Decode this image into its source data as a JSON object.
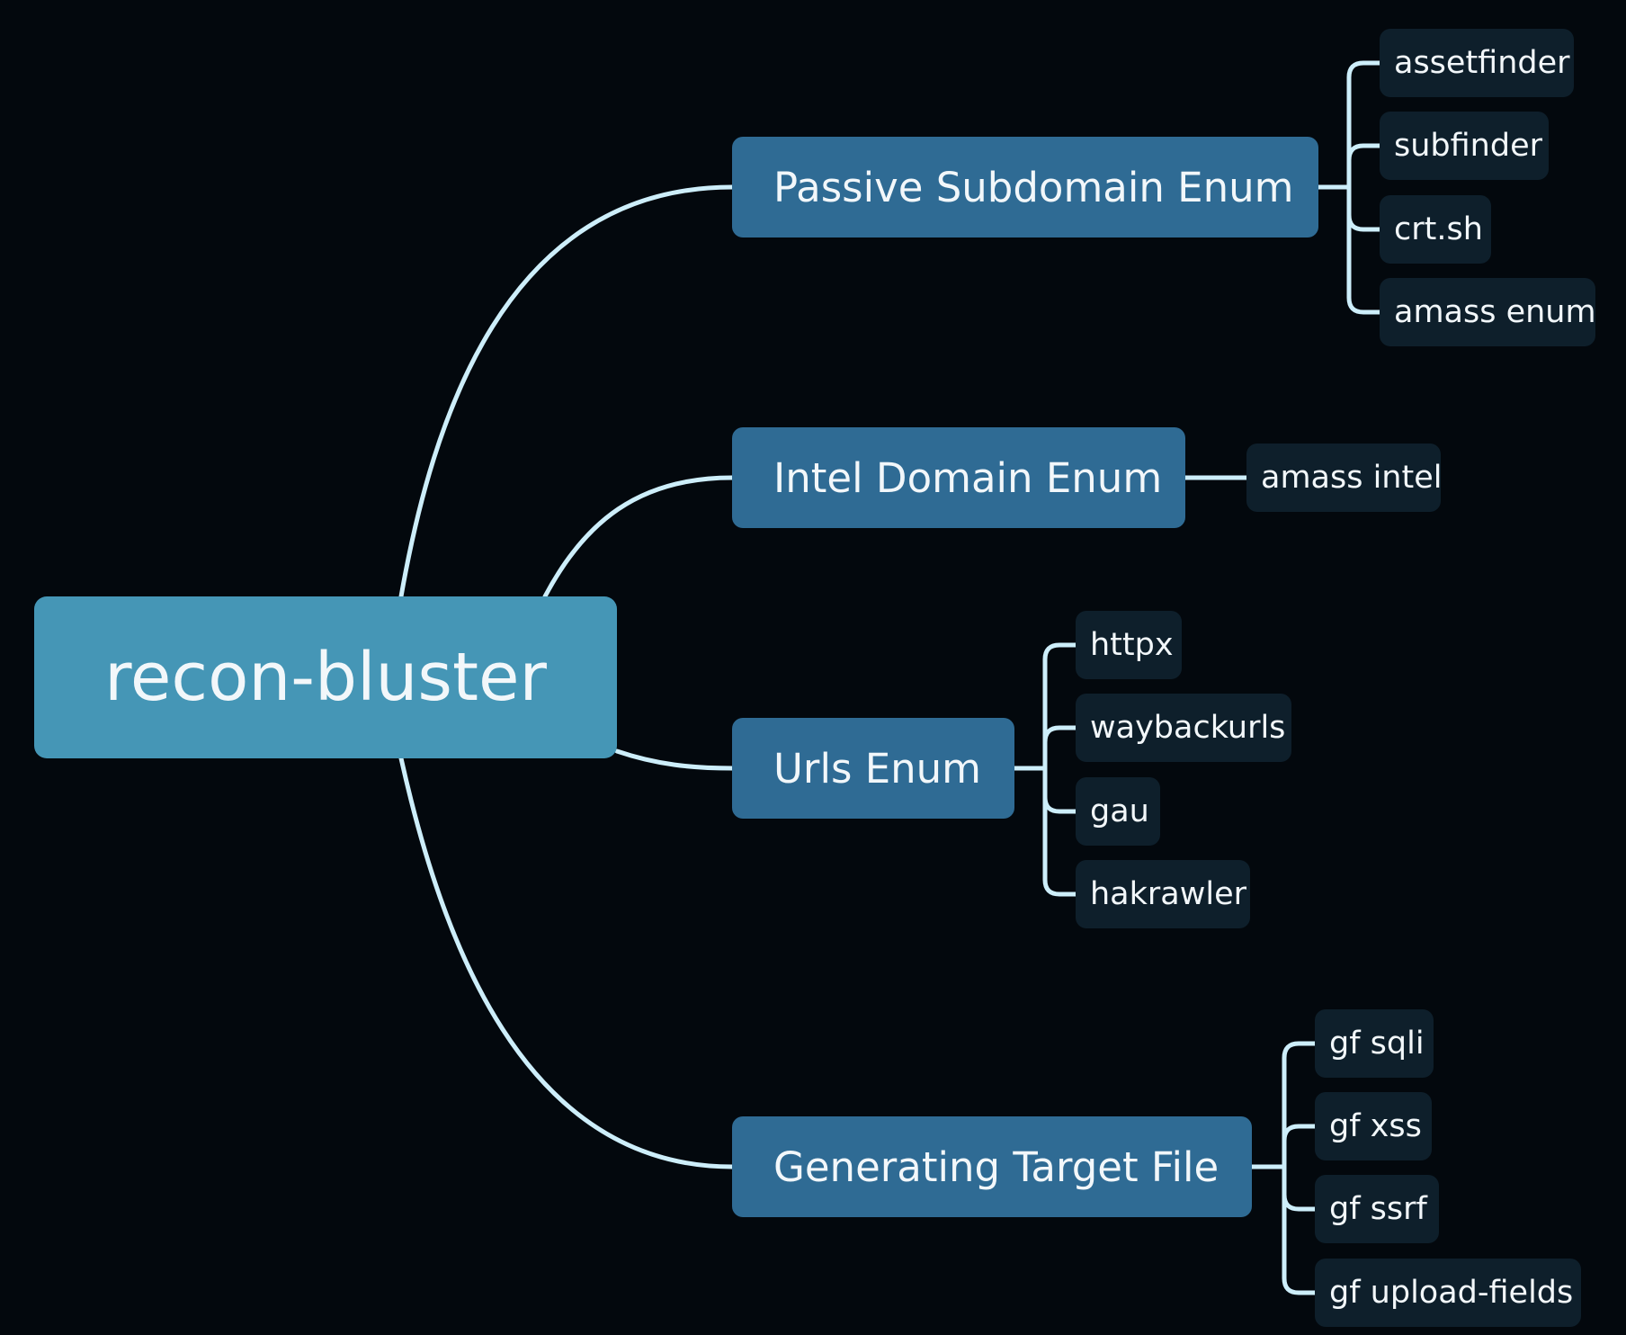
{
  "root": {
    "label": "recon-bluster"
  },
  "branches": [
    {
      "label": "Passive Subdomain Enum",
      "tools": [
        "assetfinder",
        "subfinder",
        "crt.sh",
        "amass enum"
      ]
    },
    {
      "label": "Intel Domain Enum",
      "tools": [
        "amass intel"
      ]
    },
    {
      "label": "Urls Enum",
      "tools": [
        "httpx",
        "waybackurls",
        "gau",
        "hakrawler"
      ]
    },
    {
      "label": "Generating Target File",
      "tools": [
        "gf sqli",
        "gf xss",
        "gf ssrf",
        "gf upload-fields"
      ]
    }
  ],
  "colors": {
    "background": "#03080d",
    "root_fill": "#4596b6",
    "branch_fill": "#2f6b94",
    "leaf_fill": "#0e1f2b",
    "connector": "#cdeefa",
    "text": "#f2f7fa"
  }
}
